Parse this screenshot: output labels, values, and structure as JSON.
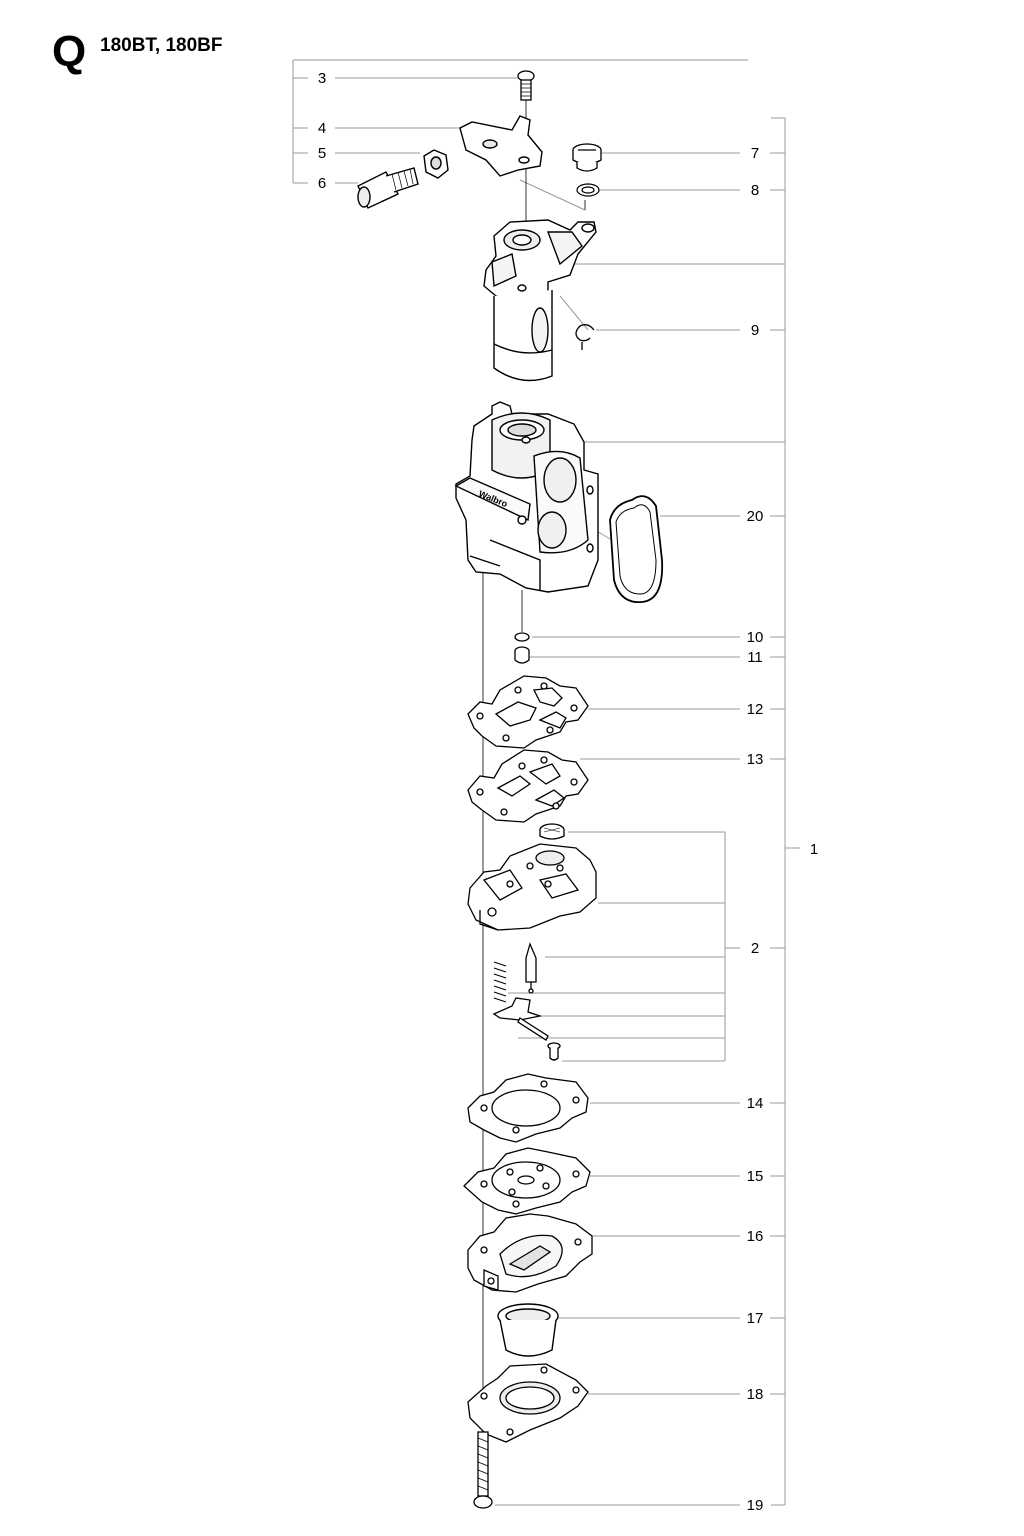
{
  "header": {
    "section_letter": "Q",
    "models": "180BT, 180BF"
  },
  "callouts": {
    "c1": "1",
    "c2": "2",
    "c3": "3",
    "c4": "4",
    "c5": "5",
    "c6": "6",
    "c7": "7",
    "c8": "8",
    "c9": "9",
    "c10": "10",
    "c11": "11",
    "c12": "12",
    "c13": "13",
    "c14": "14",
    "c15": "15",
    "c16": "16",
    "c17": "17",
    "c18": "18",
    "c19": "19",
    "c20": "20"
  },
  "parts": {
    "body_brand": "Walbro"
  }
}
